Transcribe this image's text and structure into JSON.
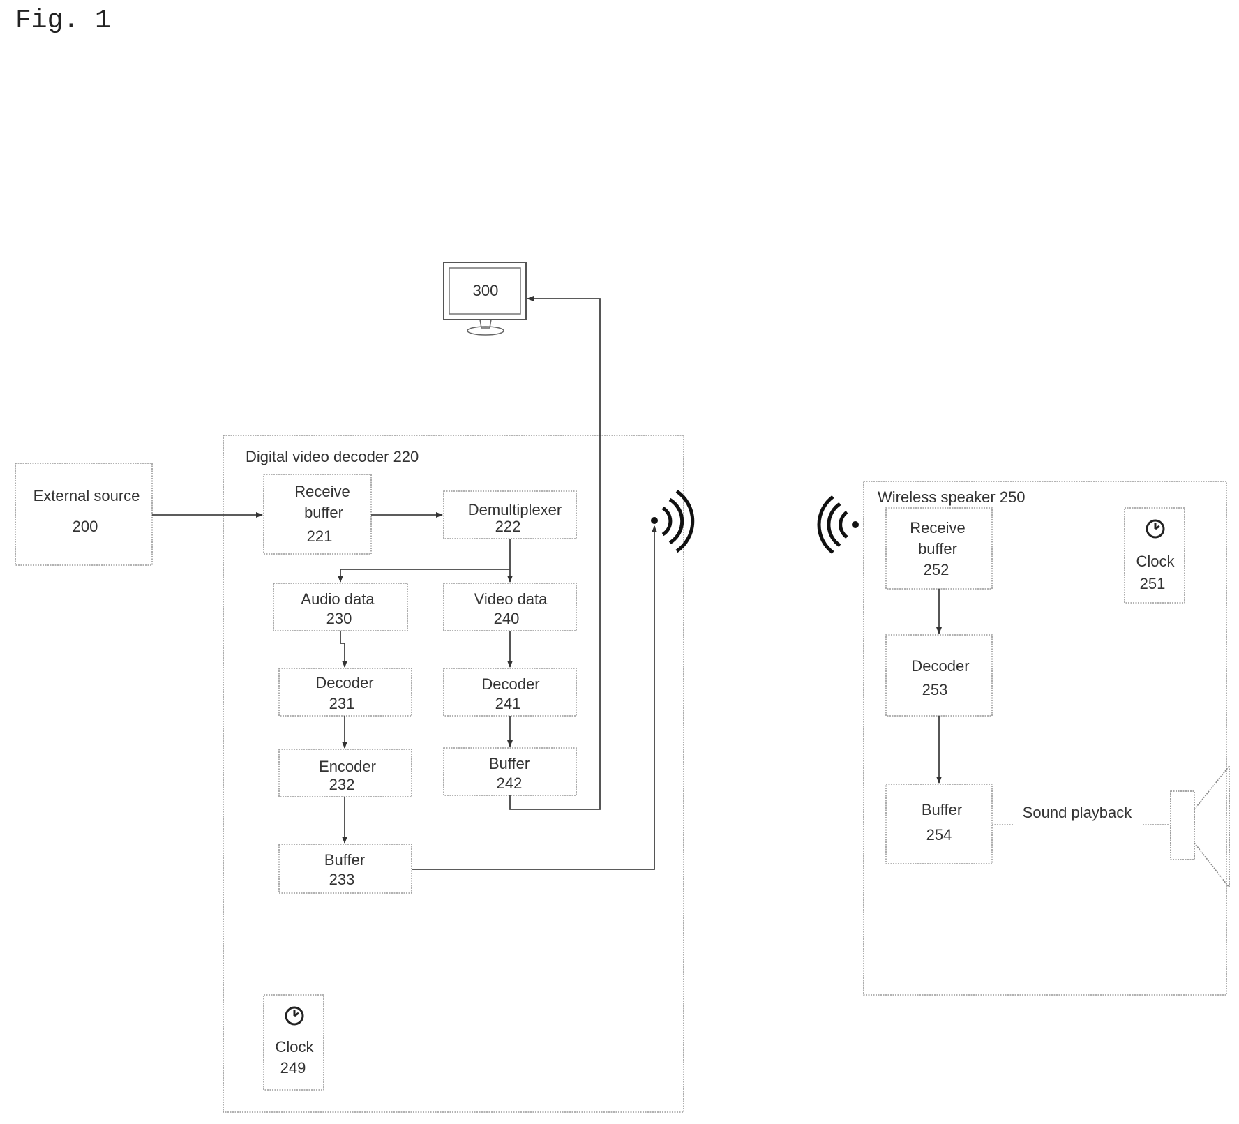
{
  "figure_label": "Fig. 1",
  "monitor": {
    "line1": "300"
  },
  "external_source": {
    "line1": "External source",
    "line2": "200"
  },
  "decoder_220": {
    "title": "Digital video decoder 220",
    "receive_buffer": {
      "line1": "Receive",
      "line2": "buffer",
      "line3": "221"
    },
    "demultiplexer": {
      "line1": "Demultiplexer",
      "line2": "222"
    },
    "audio_data": {
      "line1": "Audio data",
      "line2": "230"
    },
    "video_data": {
      "line1": "Video data",
      "line2": "240"
    },
    "audio_decoder": {
      "line1": "Decoder",
      "line2": "231"
    },
    "video_decoder": {
      "line1": "Decoder",
      "line2": "241"
    },
    "encoder": {
      "line1": "Encoder",
      "line2": "232"
    },
    "video_buffer": {
      "line1": "Buffer",
      "line2": "242"
    },
    "audio_buffer": {
      "line1": "Buffer",
      "line2": "233"
    },
    "clock": {
      "line1": "Clock",
      "line2": "249"
    }
  },
  "speaker_250": {
    "title": "Wireless speaker 250",
    "receive_buffer": {
      "line1": "Receive",
      "line2": "buffer",
      "line3": "252"
    },
    "decoder": {
      "line1": "Decoder",
      "line2": "253"
    },
    "buffer": {
      "line1": "Buffer",
      "line2": "254"
    },
    "clock": {
      "line1": "Clock",
      "line2": "251"
    },
    "sound_playback": "Sound playback"
  },
  "icons": {
    "monitor": "monitor-icon",
    "clock": "clock-icon",
    "wireless_tx": "wireless-signal-icon",
    "wireless_rx": "wireless-signal-icon",
    "speaker": "speaker-icon"
  }
}
